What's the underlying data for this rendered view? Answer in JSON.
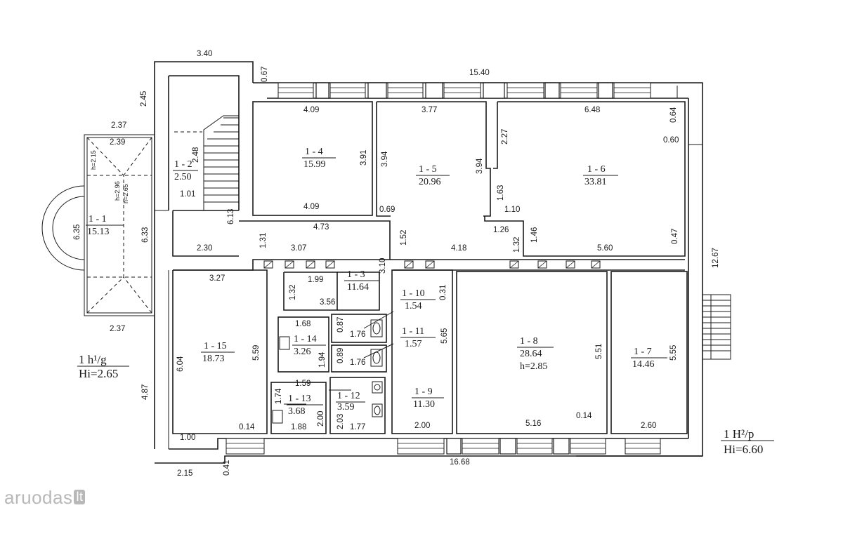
{
  "rooms": [
    {
      "id": "1 - 1",
      "area": "15.13"
    },
    {
      "id": "1 - 2",
      "area": "2.50"
    },
    {
      "id": "1 - 3",
      "area": "11.64"
    },
    {
      "id": "1 - 4",
      "area": "15.99"
    },
    {
      "id": "1 - 5",
      "area": "20.96"
    },
    {
      "id": "1 - 6",
      "area": "33.81"
    },
    {
      "id": "1 - 7",
      "area": "14.46"
    },
    {
      "id": "1 - 8",
      "area": "28.64",
      "height": "h=2.85"
    },
    {
      "id": "1 - 9",
      "area": "11.30"
    },
    {
      "id": "1 - 10",
      "area": "1.54"
    },
    {
      "id": "1 - 11",
      "area": "1.57"
    },
    {
      "id": "1 - 12",
      "area": "3.59"
    },
    {
      "id": "1 - 13",
      "area": "3.68"
    },
    {
      "id": "1 - 14",
      "area": "3.26"
    },
    {
      "id": "1 - 15",
      "area": "18.73"
    }
  ],
  "dimensions": {
    "top_stair": "3.40",
    "top_067": "0.67",
    "top_total": "15.40",
    "left_245": "2.45",
    "r4_top": "4.09",
    "r5_top": "3.77",
    "r6_top": "6.48",
    "r6_064": "0.64",
    "r6_060": "0.60",
    "r6_227": "2.27",
    "bal_237_top": "2.37",
    "bal_239": "2.39",
    "bal_h215": "h=2.15",
    "bal_h296": "h=2.96",
    "bal_h265": "h=2.65",
    "bal_635": "6.35",
    "bal_237_bottom": "2.37",
    "stair_248": "2.48",
    "stair_101": "1.01",
    "r4_391": "3.91",
    "r4_bottom": "4.09",
    "r5_394_left": "3.94",
    "r5_394_right": "3.94",
    "r5_069": "0.69",
    "r6_163": "1.63",
    "r6_110": "1.10",
    "r6_126": "1.26",
    "r6_146": "1.46",
    "r6_132": "1.32",
    "r6_560": "5.60",
    "r6_047": "0.47",
    "hall_633": "6.33",
    "hall_613": "6.13",
    "hall_230": "2.30",
    "hall_131": "1.31",
    "hall_473": "4.73",
    "hall_152": "1.52",
    "hall_307": "3.07",
    "hall_418": "4.18",
    "hall_310": "3.10",
    "right_1267": "12.67",
    "r15_327": "3.27",
    "r3_199": "1.99",
    "r3_132": "1.32",
    "r3_356": "3.56",
    "r10_031": "0.31",
    "r14_168": "1.68",
    "r14_087": "0.87",
    "r10_176": "1.76",
    "r9_565": "5.65",
    "r8_551": "5.51",
    "r7_555": "5.55",
    "r15_604": "6.04",
    "r15_559": "5.59",
    "r14_194": "1.94",
    "r11_089": "0.89",
    "r11_176": "1.76",
    "r13_159": "1.59",
    "r13_174": "1.74",
    "r12_203": "2.03",
    "r13_200": "2.00",
    "left_487": "4.87",
    "r15_014": "0.14",
    "r15_100": "1.00",
    "r13_188": "1.88",
    "r12_177": "1.77",
    "r9_200": "2.00",
    "r8_516": "5.16",
    "r8_014": "0.14",
    "r7_260": "2.60",
    "bottom_215": "2.15",
    "bottom_041": "0.41",
    "bottom_total": "16.68"
  },
  "legend_left": {
    "line1": "1 h¹/g",
    "line2": "Hi=2.65"
  },
  "legend_right": {
    "line1": "1 H²/p",
    "line2": "Hi=6.60"
  },
  "watermark": {
    "text": "aruodas",
    "badge": "lt"
  }
}
